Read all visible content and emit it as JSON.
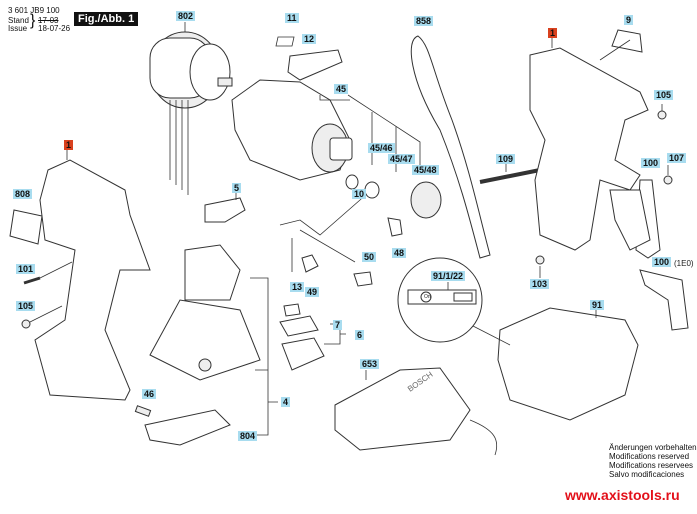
{
  "header": {
    "doc_number": "3 601 JB9 100",
    "stand_label": "Stand",
    "issue_label": "Issue",
    "stand_value": "17-03",
    "issue_value": "18-07-26",
    "figure_label": "Fig./Abb. 1"
  },
  "parts": [
    {
      "id": "802"
    },
    {
      "id": "11"
    },
    {
      "id": "12"
    },
    {
      "id": "45"
    },
    {
      "id": "45/46"
    },
    {
      "id": "45/47"
    },
    {
      "id": "45/48"
    },
    {
      "id": "858"
    },
    {
      "id": "1"
    },
    {
      "id": "9"
    },
    {
      "id": "105"
    },
    {
      "id": "109"
    },
    {
      "id": "100"
    },
    {
      "id": "107"
    },
    {
      "id": "1"
    },
    {
      "id": "808"
    },
    {
      "id": "101"
    },
    {
      "id": "105"
    },
    {
      "id": "5"
    },
    {
      "id": "10"
    },
    {
      "id": "48"
    },
    {
      "id": "50"
    },
    {
      "id": "13"
    },
    {
      "id": "49"
    },
    {
      "id": "7"
    },
    {
      "id": "6"
    },
    {
      "id": "4"
    },
    {
      "id": "46"
    },
    {
      "id": "804"
    },
    {
      "id": "653"
    },
    {
      "id": "91/1/22"
    },
    {
      "id": "91"
    },
    {
      "id": "103"
    },
    {
      "id": "100"
    }
  ],
  "part_100_variant_note": "(1E0)",
  "detail_inset": {
    "button_text": "On"
  },
  "charger_brand": "BOSCH",
  "notes": [
    "Änderungen vorbehalten",
    "Modifications reserved",
    "Modifications reservees",
    "Salvo modificaciones"
  ],
  "website": "www.axistools.ru",
  "colors": {
    "label_bg": "#a8dcef",
    "main_part_label_bg": "#d9411e",
    "website": "#e3101a"
  }
}
